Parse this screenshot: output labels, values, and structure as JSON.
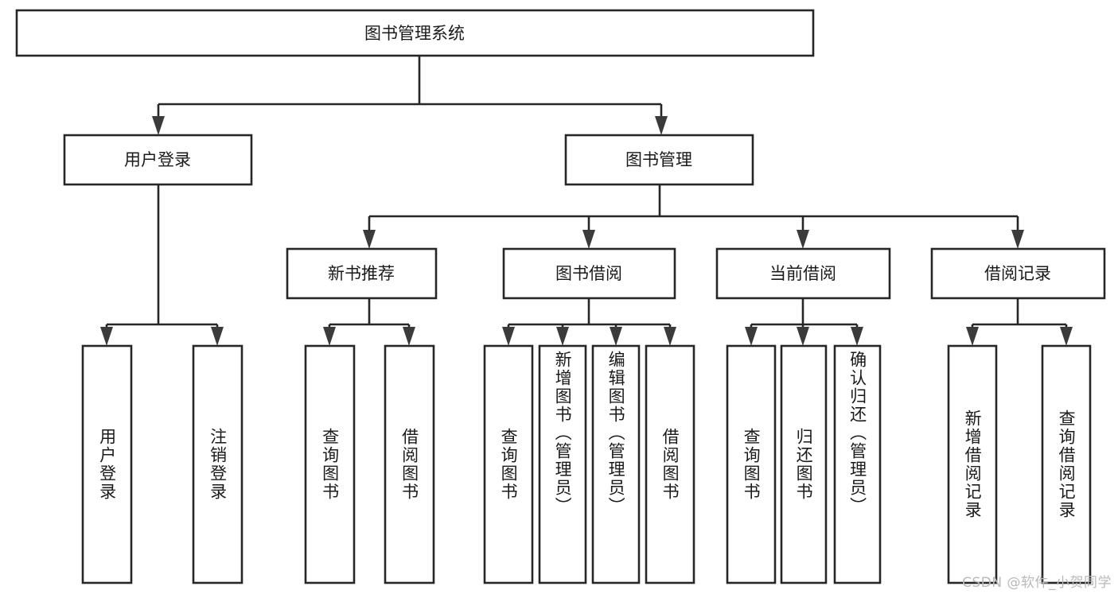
{
  "diagram": {
    "type": "tree-hierarchy-chart",
    "title": "图书管理系统",
    "orientation": "top-down",
    "colors": {
      "box_stroke": "#262626",
      "box_fill": "#ffffff",
      "text": "#1a1a1a",
      "connector": "#262626",
      "watermark": "#b9b9b9",
      "background": "#ffffff"
    },
    "root": {
      "label": "图书管理系统"
    },
    "level2": [
      {
        "label": "用户登录"
      },
      {
        "label": "图书管理"
      }
    ],
    "level3": [
      {
        "label": "新书推荐"
      },
      {
        "label": "图书借阅"
      },
      {
        "label": "当前借阅"
      },
      {
        "label": "借阅记录"
      }
    ],
    "leaves": {
      "user_login": [
        {
          "label": "用户登录"
        },
        {
          "label": "注销登录"
        }
      ],
      "new_book_recommend": [
        {
          "label": "查询图书"
        },
        {
          "label": "借阅图书"
        }
      ],
      "book_borrow": [
        {
          "label": "查询图书"
        },
        {
          "label": "新增图书（管理员）"
        },
        {
          "label": "编辑图书（管理员）"
        },
        {
          "label": "借阅图书"
        }
      ],
      "current_borrow": [
        {
          "label": "查询图书"
        },
        {
          "label": "归还图书"
        },
        {
          "label": "确认归还（管理员）"
        }
      ],
      "borrow_record": [
        {
          "label": "新增借阅记录"
        },
        {
          "label": "查询借阅记录"
        }
      ]
    }
  },
  "watermark": {
    "text": "CSDN @软件_小贺同学"
  }
}
